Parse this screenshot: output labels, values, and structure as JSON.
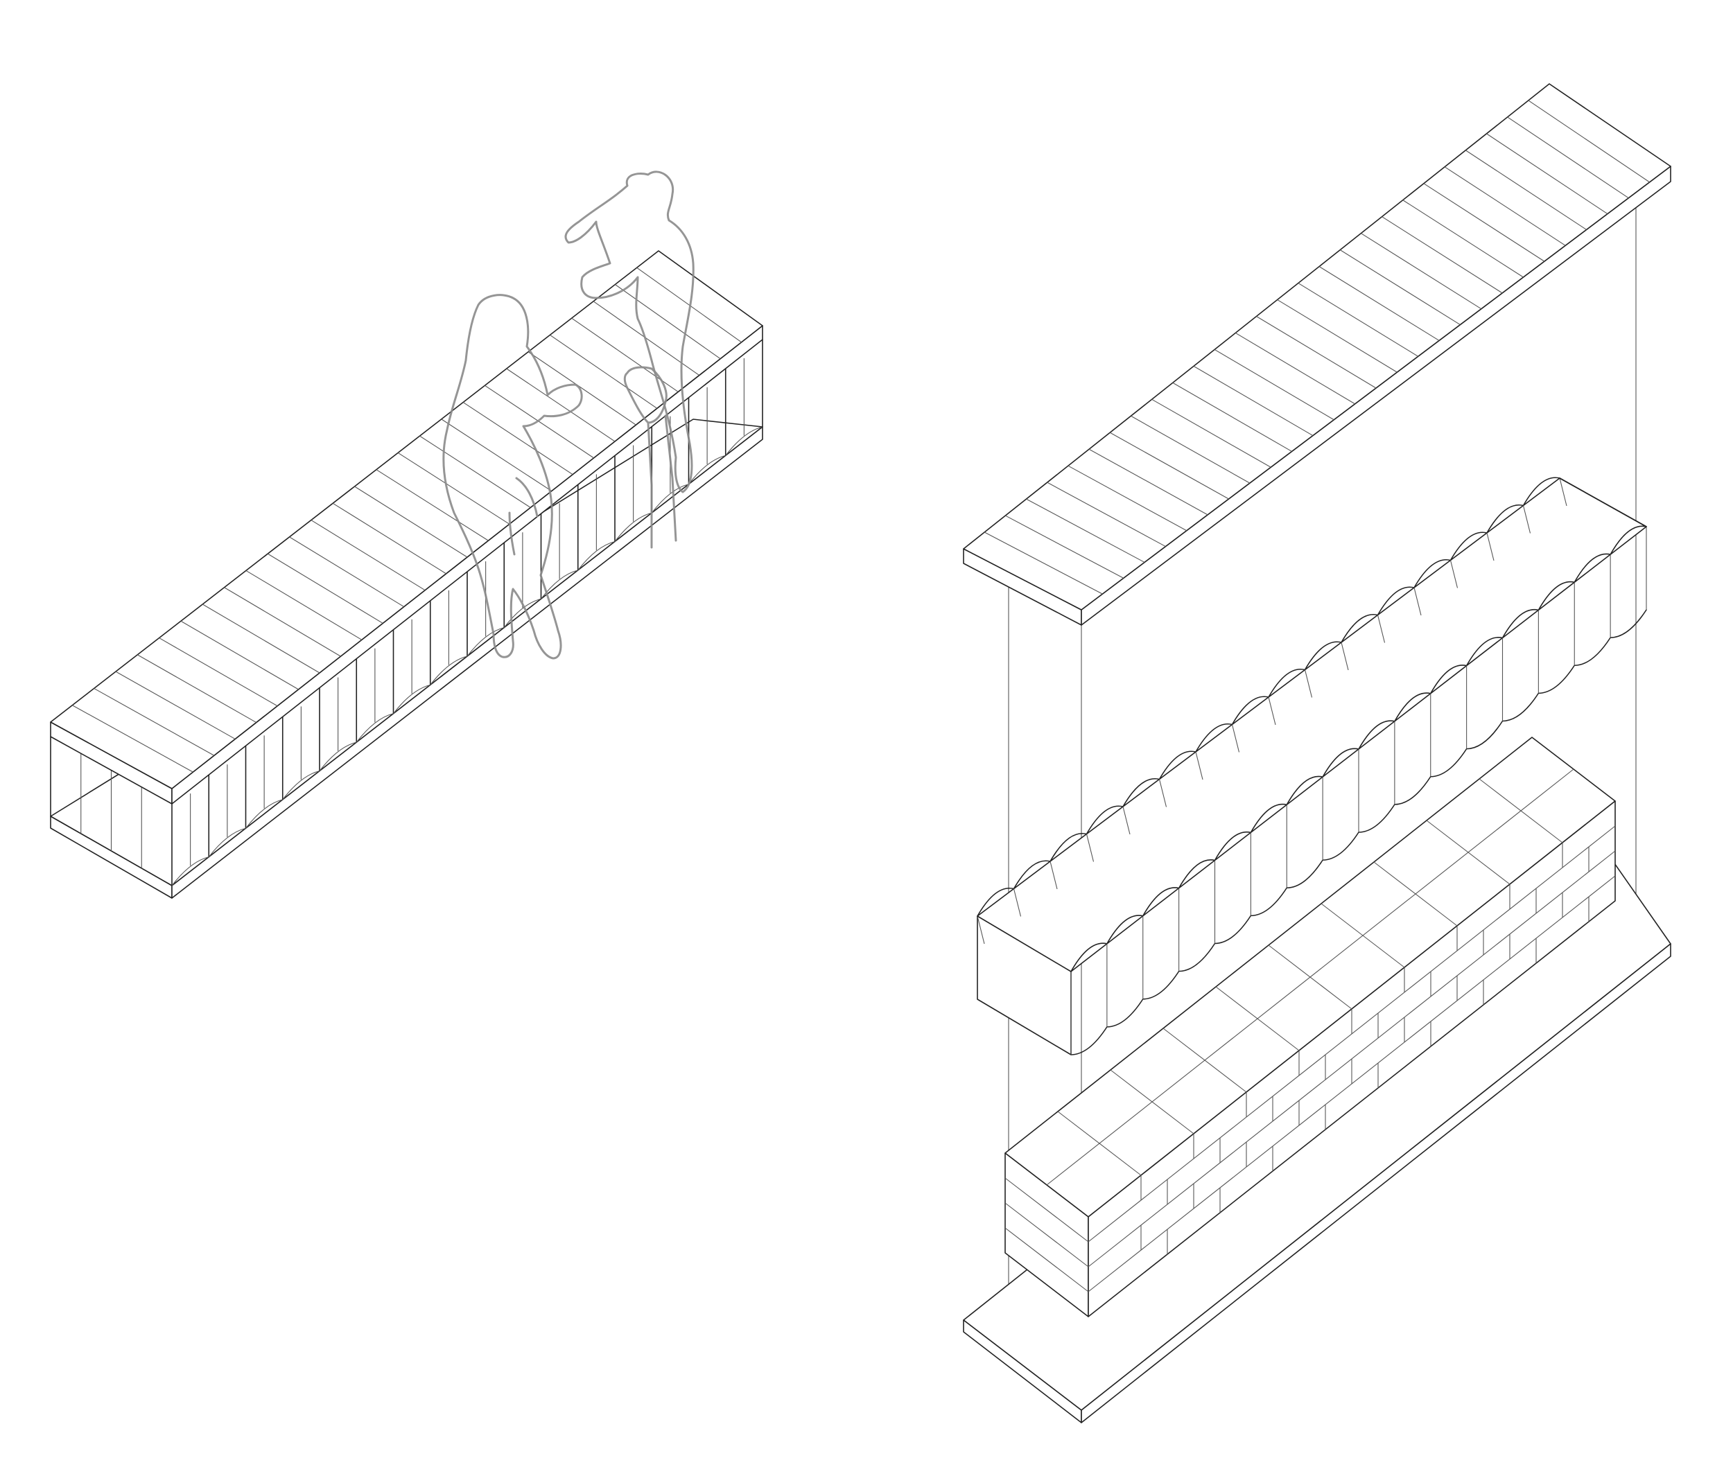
{
  "figure": {
    "description_label": "",
    "colors": {
      "line": "#222222",
      "figure_outline": "#8a8a8a",
      "background": "#ffffff"
    },
    "assembled_bench": {
      "slat_count": 28,
      "fin_count": 16
    },
    "exploded_bench": {
      "slat_count": 28,
      "flute_count_per_side": 16,
      "block_courses": 4,
      "blocks_per_course": 10
    }
  }
}
